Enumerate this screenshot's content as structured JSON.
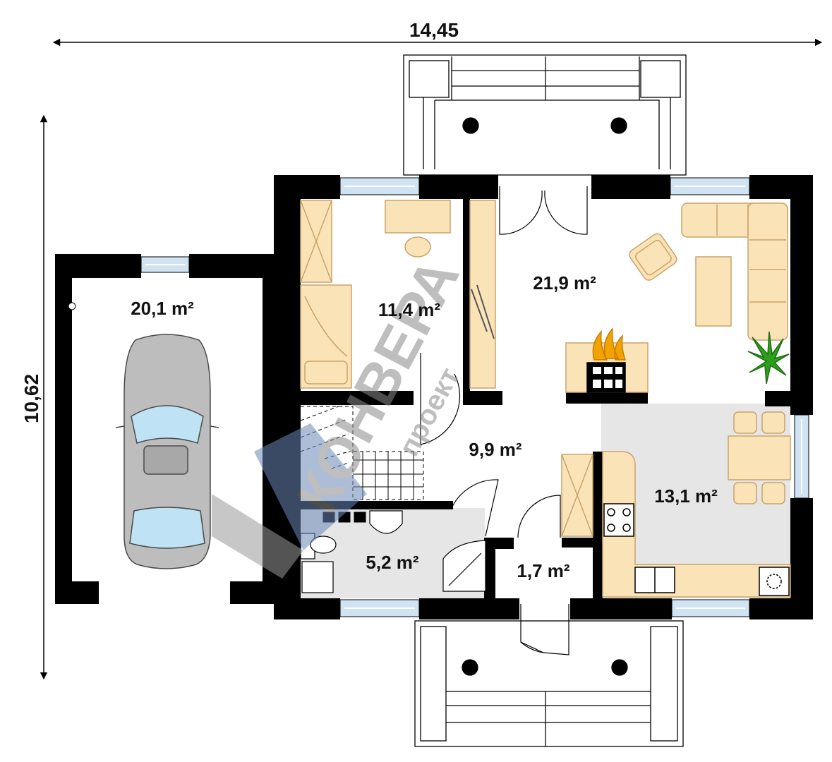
{
  "dimensions": {
    "width": "14,45",
    "depth": "10,62"
  },
  "rooms": {
    "garage": "20,1 m²",
    "bedroom": "11,4 m²",
    "living": "21,9 m²",
    "hall": "9,9 m²",
    "kitchen": "13,1 m²",
    "bathroom": "5,2 m²",
    "vestibule": "1,7 m²"
  },
  "watermark": {
    "brand": "КОНВЕРА",
    "sub": "проект"
  },
  "colors": {
    "wall": "#000000",
    "furniture_fill": "#fbe3b8",
    "furniture_stroke": "#c9a46a",
    "floor_tile": "#e6e6e6",
    "window": "#cfe3f3",
    "car_body": "#bdbdbd",
    "car_glass": "#bfe3f5",
    "fire": "#f2a300",
    "plant": "#2f9e1e",
    "watermark": "#8a8a8a"
  }
}
